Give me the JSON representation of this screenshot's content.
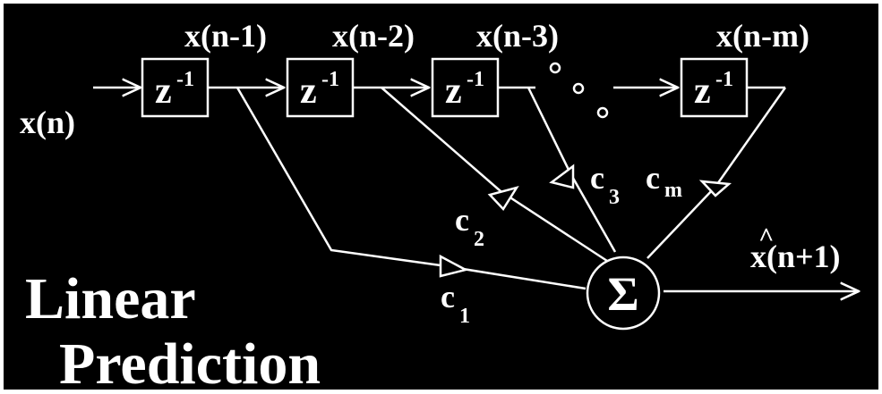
{
  "diagram": {
    "title_line1": "Linear",
    "title_line2": "Prediction",
    "input_label": "x(n)",
    "delays": [
      {
        "label_main": "z",
        "label_sup": "-1"
      },
      {
        "label_main": "z",
        "label_sup": "-1"
      },
      {
        "label_main": "z",
        "label_sup": "-1"
      },
      {
        "label_main": "z",
        "label_sup": "-1"
      }
    ],
    "tap_labels": [
      "x(n-1)",
      "x(n-2)",
      "x(n-3)",
      "x(n-m)"
    ],
    "coefficients": [
      {
        "main": "c",
        "sub": "1"
      },
      {
        "main": "c",
        "sub": "2"
      },
      {
        "main": "c",
        "sub": "3"
      },
      {
        "main": "c",
        "sub": "m"
      }
    ],
    "summer_symbol": "Σ",
    "output_hat": "^",
    "output_label": "x(n+1)",
    "colors": {
      "background": "#000000",
      "foreground": "#ffffff",
      "border": "#ffffff"
    }
  }
}
